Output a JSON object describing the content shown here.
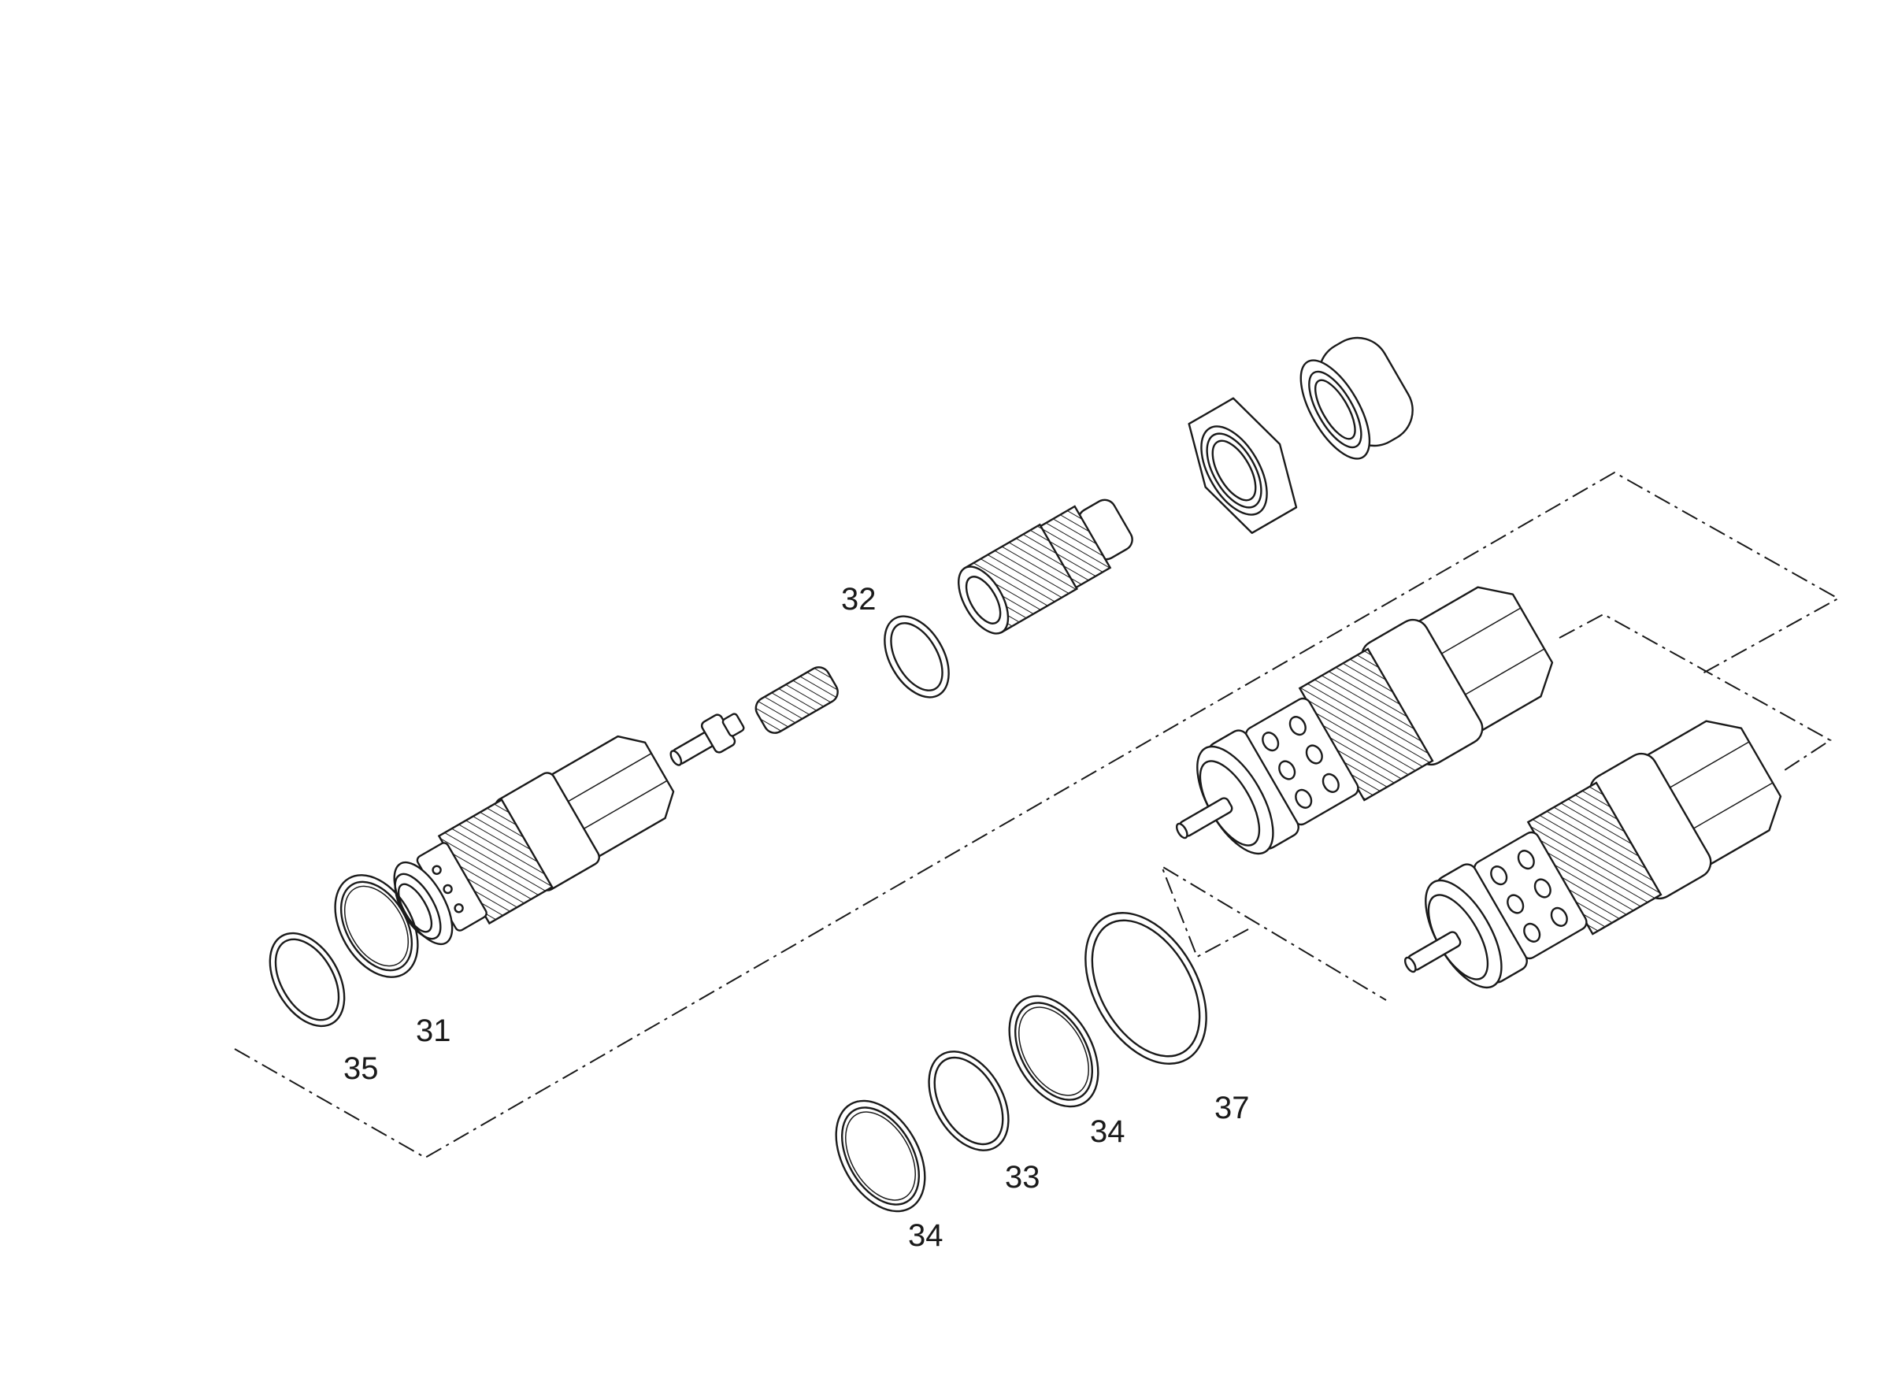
{
  "callouts": {
    "c31": "31",
    "c32": "32",
    "c33": "33",
    "c34a": "34",
    "c34b": "34",
    "c35": "35",
    "c37": "37"
  },
  "colors": {
    "line": "#1a1a1a",
    "background": "#ffffff"
  }
}
